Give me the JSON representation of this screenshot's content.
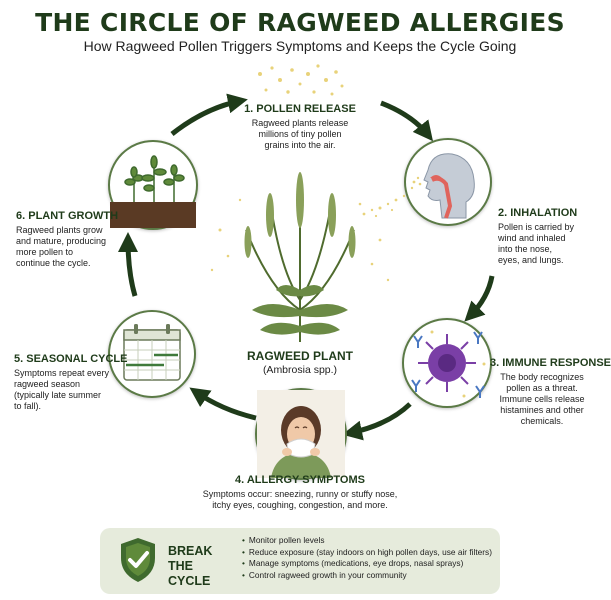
{
  "title": "THE CIRCLE OF RAGWEED ALLERGIES",
  "subtitle": "How Ragweed Pollen Triggers Symptoms and Keeps the Cycle Going",
  "center": {
    "title": "RAGWEED PLANT",
    "subtitle": "(Ambrosia spp.)"
  },
  "steps": [
    {
      "title": "1. POLLEN RELEASE",
      "lines": [
        "Ragweed plants release",
        "millions of tiny pollen",
        "grains into the air."
      ]
    },
    {
      "title": "2. INHALATION",
      "lines": [
        "Pollen is carried by",
        "wind and inhaled",
        "into the nose,",
        "eyes, and lungs."
      ]
    },
    {
      "title": "3. IMMUNE RESPONSE",
      "lines": [
        "The body recognizes",
        "pollen as a threat.",
        "Immune cells release",
        "histamines and other",
        "chemicals."
      ]
    },
    {
      "title": "4. ALLERGY SYMPTOMS",
      "lines": [
        "Symptoms occur: sneezing, runny or stuffy nose,",
        "itchy eyes, coughing, congestion, and more."
      ]
    },
    {
      "title": "5. SEASONAL CYCLE",
      "lines": [
        "Symptoms repeat every",
        "ragweed season",
        "(typically late summer",
        "to fall)."
      ]
    },
    {
      "title": "6. PLANT GROWTH",
      "lines": [
        "Ragweed plants grow",
        "and mature, producing",
        "more pollen to",
        "continue the cycle."
      ]
    }
  ],
  "break_cycle": {
    "title_line1": "BREAK THE",
    "title_line2": "CYCLE",
    "tips": [
      "Monitor pollen levels",
      "Reduce exposure (stay indoors on high pollen days, use air filters)",
      "Manage symptoms (medications, eye drops, nasal sprays)",
      "Control ragweed growth in your community"
    ]
  },
  "colors": {
    "dark_green": "#1f3b1a",
    "leaf_green": "#6b8a45",
    "pollen_yellow": "#e8d27a",
    "panel_bg": "#e6ebdc",
    "virus_purple": "#7a3fa6",
    "antibody_blue": "#4a78c2"
  },
  "icons": [
    "checkmark-shield-icon",
    "cycle-arrow-icon",
    "calendar-icon",
    "immune-cell-icon",
    "head-airway-icon",
    "seedling-icon"
  ]
}
